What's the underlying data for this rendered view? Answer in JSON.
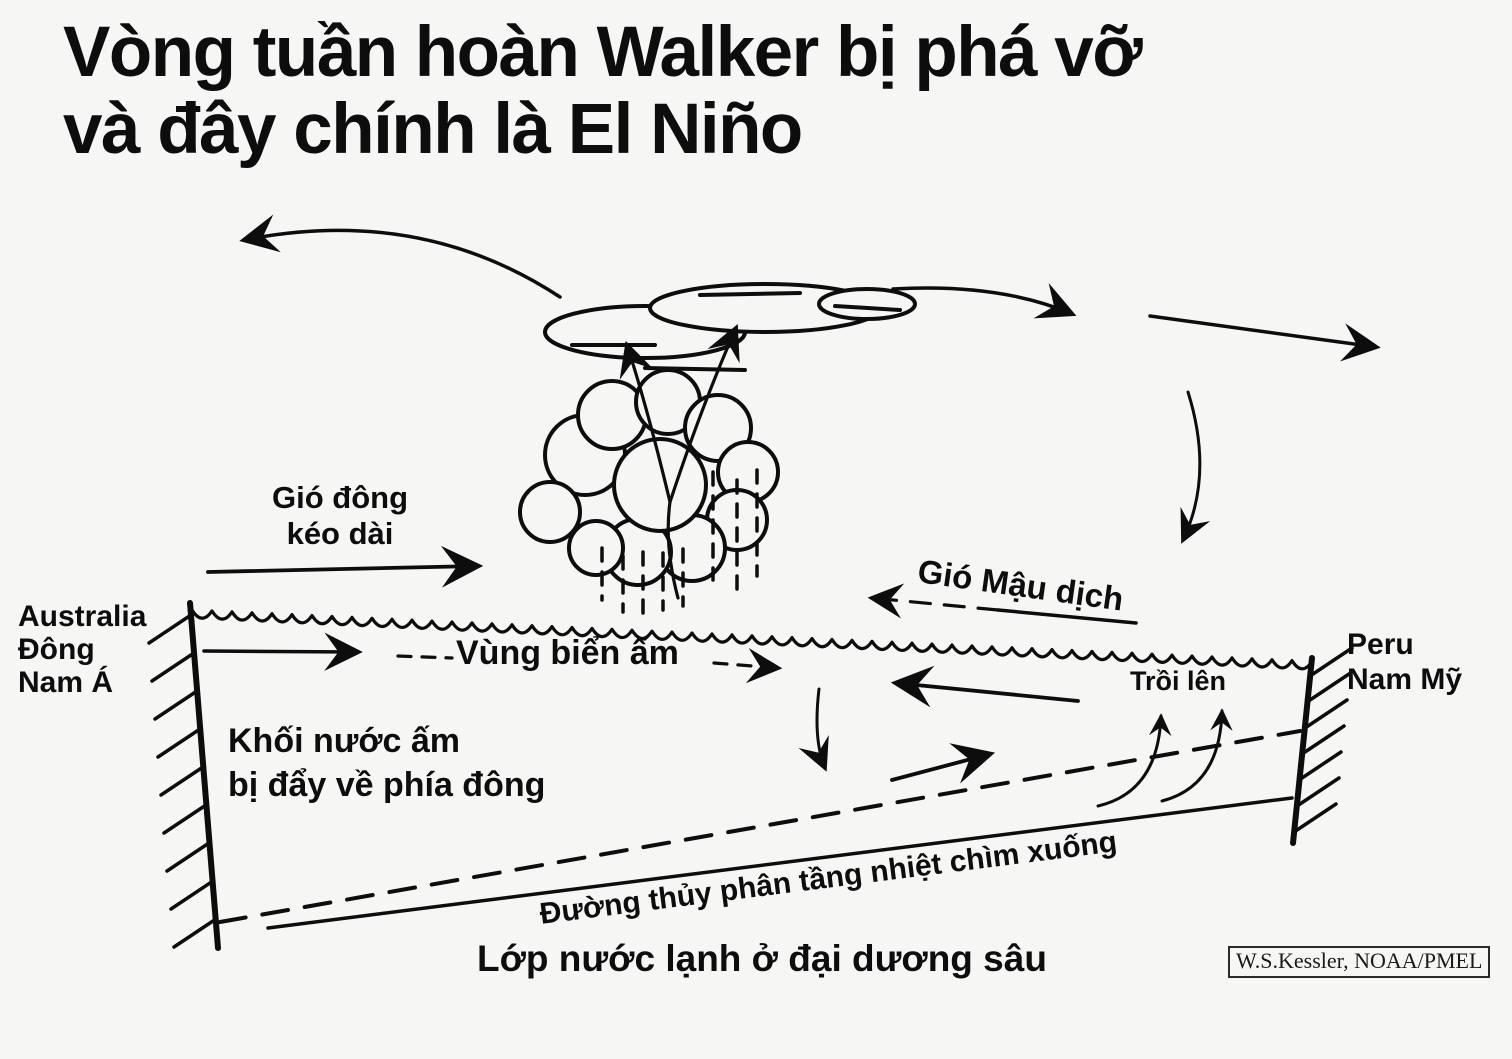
{
  "title": {
    "line1": "Vòng tuần hoàn Walker bị phá vỡ",
    "line2": "và đây chính là El Niño"
  },
  "labels": {
    "easterlies": {
      "line1": "Gió đông",
      "line2": "kéo dài"
    },
    "australia": {
      "line1": "Australia",
      "line2": "Đông",
      "line3": "Nam Á"
    },
    "peru": {
      "line1": "Peru",
      "line2": "Nam Mỹ"
    },
    "warm_pool": "Vùng biển ấm",
    "trade_winds": "Gió Mậu dịch",
    "upwelling": "Trồi lên",
    "warm_water_pushed": {
      "line1": "Khối nước ấm",
      "line2": "bị đẩy về phía đông"
    },
    "thermocline": "Đường thủy phân tầng nhiệt chìm xuống",
    "deep_cold_layer": "Lớp nước lạnh ở đại dương sâu",
    "credit": "W.S.Kessler, NOAA/PMEL"
  },
  "colors": {
    "background": "#f6f6f4",
    "ink": "#0d0d0d"
  }
}
